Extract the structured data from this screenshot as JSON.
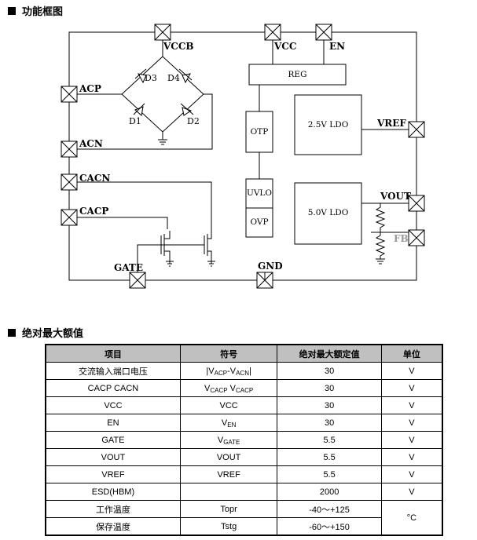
{
  "sections": {
    "block_diagram_title": "功能框图",
    "ratings_title": "绝对最大额值"
  },
  "pins": {
    "vccb": "VCCB",
    "vcc": "VCC",
    "en": "EN",
    "acp": "ACP",
    "acn": "ACN",
    "cacn": "CACN",
    "cacp": "CACP",
    "gate": "GATE",
    "gnd": "GND",
    "vref": "VREF",
    "vout": "VOUT",
    "fb": "FB"
  },
  "blocks": {
    "reg": "REG",
    "ldo25": "2.5V LDO",
    "ldo50": "5.0V LDO",
    "otp": "OTP",
    "uvlo": "UVLO",
    "ovp": "OVP"
  },
  "diodes": {
    "d1": "D1",
    "d2": "D2",
    "d3": "D3",
    "d4": "D4"
  },
  "colors": {
    "fb_label": "#999999",
    "header_bg": "#c0c0c0"
  },
  "table": {
    "headers": {
      "item": "项目",
      "symbol": "符号",
      "value": "绝对最大额定值",
      "unit": "单位"
    },
    "rows": [
      {
        "item": "交流输入端口电压",
        "symbol_pre": "|V",
        "symbol_sub": "ACP",
        "symbol_mid": "-V",
        "symbol_sub2": "ACN",
        "symbol_post": "|",
        "value": "30",
        "unit": "V"
      },
      {
        "item": "CACP CACN",
        "symbol_pre": "V",
        "symbol_sub": "CACP",
        "symbol_mid": " V",
        "symbol_sub2": "CACP",
        "symbol_post": "",
        "value": "30",
        "unit": "V"
      },
      {
        "item": "VCC",
        "symbol_pre": "VCC",
        "symbol_sub": "",
        "symbol_mid": "",
        "symbol_sub2": "",
        "symbol_post": "",
        "value": "30",
        "unit": "V"
      },
      {
        "item": "EN",
        "symbol_pre": "V",
        "symbol_sub": "EN",
        "symbol_mid": "",
        "symbol_sub2": "",
        "symbol_post": "",
        "value": "30",
        "unit": "V"
      },
      {
        "item": "GATE",
        "symbol_pre": "V",
        "symbol_sub": "GATE",
        "symbol_mid": "",
        "symbol_sub2": "",
        "symbol_post": "",
        "value": "5.5",
        "unit": "V"
      },
      {
        "item": "VOUT",
        "symbol_pre": "VOUT",
        "symbol_sub": "",
        "symbol_mid": "",
        "symbol_sub2": "",
        "symbol_post": "",
        "value": "5.5",
        "unit": "V"
      },
      {
        "item": "VREF",
        "symbol_pre": "VREF",
        "symbol_sub": "",
        "symbol_mid": "",
        "symbol_sub2": "",
        "symbol_post": "",
        "value": "5.5",
        "unit": "V"
      },
      {
        "item": "ESD(HBM)",
        "symbol_pre": "",
        "symbol_sub": "",
        "symbol_mid": "",
        "symbol_sub2": "",
        "symbol_post": "",
        "value": "2000",
        "unit": "V"
      },
      {
        "item": "工作温度",
        "symbol_pre": "Topr",
        "symbol_sub": "",
        "symbol_mid": "",
        "symbol_sub2": "",
        "symbol_post": "",
        "value": "-40～+125",
        "unit": "°C"
      },
      {
        "item": "保存温度",
        "symbol_pre": "Tstg",
        "symbol_sub": "",
        "symbol_mid": "",
        "symbol_sub2": "",
        "symbol_post": "",
        "value": "-60～+150",
        "unit": ""
      }
    ]
  }
}
